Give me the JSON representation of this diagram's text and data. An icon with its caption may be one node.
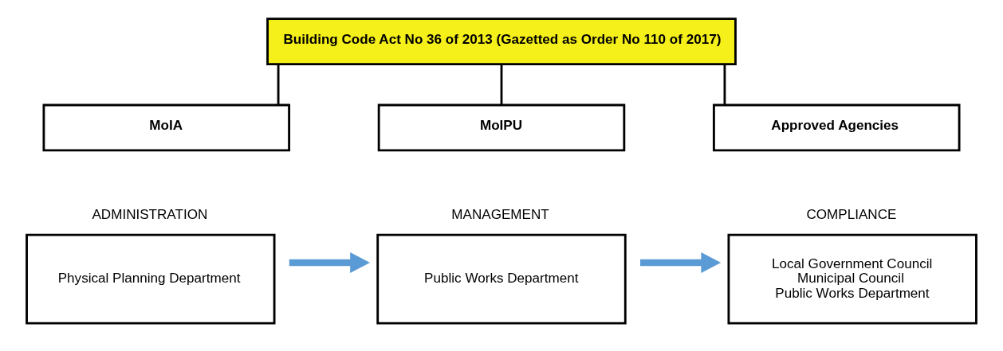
{
  "diagram": {
    "nodes": [
      {
        "text": [
          "Building Code Act No 36 of 2013 (Gazetted as Order No 110 of 2017)"
        ]
      },
      {
        "text": [
          "MoIA"
        ]
      },
      {
        "text": [
          "MoIPU"
        ]
      },
      {
        "text": [
          "Approved Agencies"
        ]
      },
      {
        "text": [
          "Physical Planning Department"
        ],
        "beside": [
          "ADMINISTRATION"
        ]
      },
      {
        "text": [
          "Public Works Department"
        ],
        "beside": [
          "MANAGEMENT"
        ]
      },
      {
        "text": [
          "Local Government Council",
          "Municipal Council",
          "Public Works Department"
        ],
        "beside": [
          "COMPLIANCE"
        ]
      }
    ],
    "edges": [
      {
        "from": 0,
        "to": 1,
        "arrow": "none"
      },
      {
        "from": 0,
        "to": 2,
        "arrow": "none"
      },
      {
        "from": 0,
        "to": 3,
        "arrow": "none"
      },
      {
        "from": 4,
        "to": 5,
        "arrow": "to",
        "style": "thick",
        "color": "#5b9bd5"
      },
      {
        "from": 5,
        "to": 6,
        "arrow": "to",
        "style": "thick",
        "color": "#5b9bd5"
      }
    ]
  }
}
